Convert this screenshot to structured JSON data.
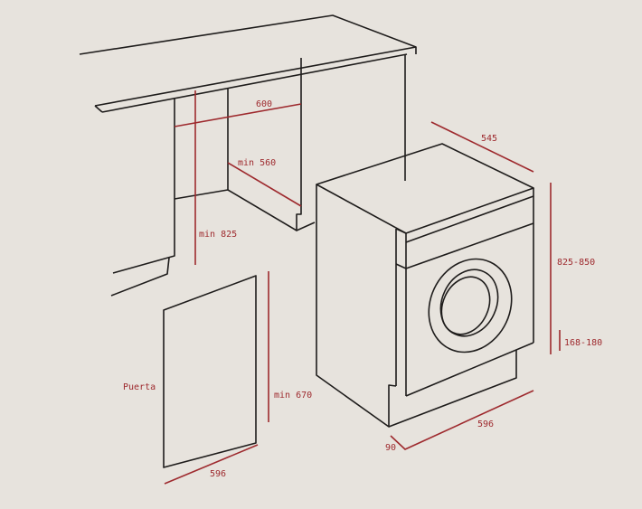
{
  "title": "Built-in washing machine installation diagram",
  "colors": {
    "background": "#e7e3dd",
    "outline": "#1e1c1b",
    "dimension": "#9e2a2e"
  },
  "dimensions": {
    "niche_width": "600",
    "niche_depth": "min 560",
    "niche_height": "min 825",
    "door_label": "Puerta",
    "door_height": "min 670",
    "door_width": "596",
    "machine_depth": "545",
    "machine_height": "825-850",
    "plinth_height": "168-180",
    "machine_width": "596",
    "plinth_setback": "90"
  }
}
